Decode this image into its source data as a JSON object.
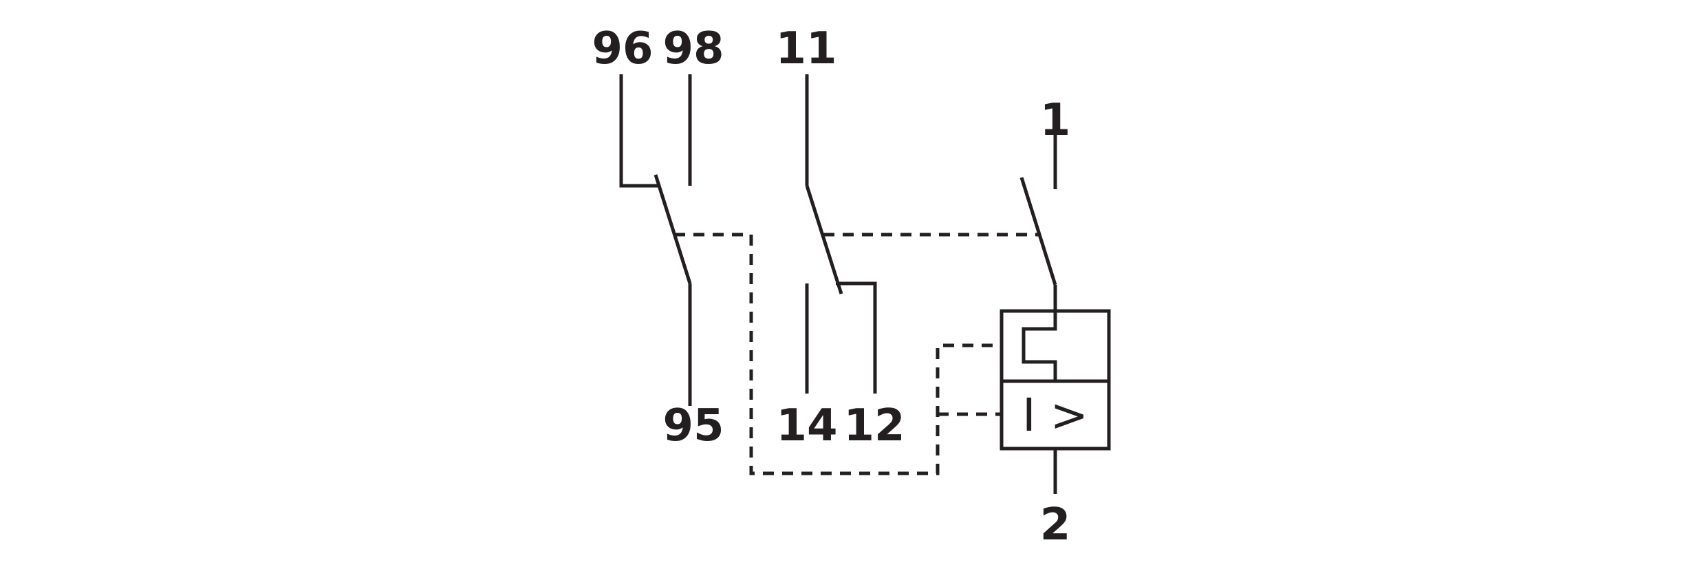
{
  "terminals": {
    "t96": "96",
    "t98": "98",
    "t95": "95",
    "t11": "11",
    "t14": "14",
    "t12": "12",
    "t1": "1",
    "t2": "2"
  },
  "magnetic_trip_symbol": "I >",
  "colors": {
    "line": "#231f20",
    "background": "#ffffff"
  }
}
